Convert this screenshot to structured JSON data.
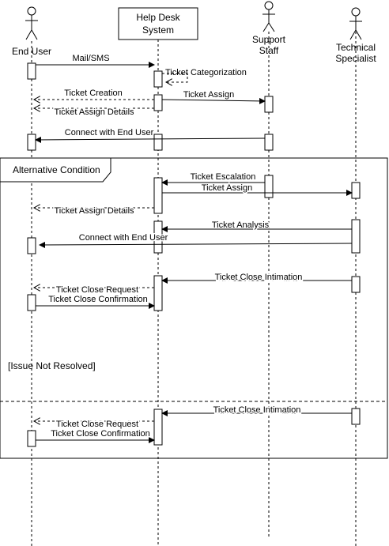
{
  "participants": {
    "end_user": "End User",
    "help_desk_line1": "Help Desk",
    "help_desk_line2": "System",
    "support_line1": "Support",
    "support_line2": "Staff",
    "tech_line1": "Technical",
    "tech_line2": "Specialist"
  },
  "messages": {
    "mail_sms": "Mail/SMS",
    "ticket_categorization": "Ticket Categorization",
    "ticket_creation": "Ticket Creation",
    "ticket_assign": "Ticket Assign",
    "ticket_assign_details": "Ticket Assign Details",
    "connect_end_user": "Connect with End User",
    "ticket_escalation": "Ticket Escalation",
    "ticket_assign_2": "Ticket Assign",
    "ticket_assign_details_2": "Ticket Assign Details",
    "ticket_analysis": "Ticket Analysis",
    "connect_end_user_2": "Connect with End User",
    "close_intimation": "Ticket Close Intimation",
    "close_request": "Ticket Close Request",
    "close_confirmation": "Ticket Close Confirmation",
    "close_intimation_2": "Ticket Close Intimation",
    "close_request_2": "Ticket Close Request",
    "close_confirmation_2": "Ticket Close Confirmation"
  },
  "fragment": {
    "label": "Alternative Condition",
    "guard": "[Issue Not Resolved]"
  }
}
